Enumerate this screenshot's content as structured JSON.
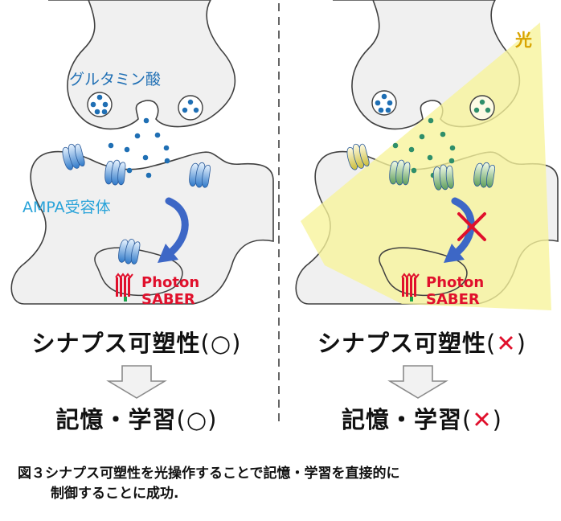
{
  "labels": {
    "glutamate": "グルタミン酸",
    "ampa_receptor": "AMPA受容体",
    "light": "光",
    "photon_saber_line1": "Photon",
    "photon_saber_line2": "SABER"
  },
  "results": {
    "left_plasticity": "シナプス可塑性",
    "left_plasticity_mark": "(○)",
    "right_plasticity": "シナプス可塑性",
    "right_plasticity_open": "(",
    "right_plasticity_mark": "✕",
    "right_plasticity_close": ")",
    "left_memory": "記憶・学習",
    "left_memory_mark": "(○)",
    "right_memory": "記憶・学習",
    "right_memory_open": "(",
    "right_memory_mark": "✕",
    "right_memory_close": ")"
  },
  "caption": {
    "line1": "図３シナプス可塑性を光操作することで記憶・学習を直接的に",
    "line2": "制御することに成功."
  },
  "colors": {
    "membrane_fill": "#f0f0f0",
    "membrane_stroke": "#404040",
    "glutamate_blue": "#1f6fb4",
    "glutamate_green": "#2f8f6a",
    "light_beam": "#f7f39a",
    "arrow_blue": "#3d67c6",
    "cross_red": "#e0102c"
  }
}
